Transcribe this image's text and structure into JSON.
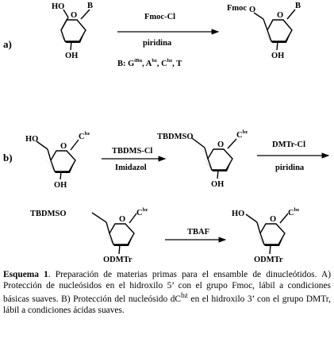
{
  "section_a": {
    "label": "a)",
    "reagent_top": "Fmoc-Cl",
    "reagent_bottom": "piridina",
    "sm": {
      "five_prime": "HO",
      "three_prime": "OH",
      "base": "B"
    },
    "product": {
      "five_prime": "Fmoc",
      "three_prime": "OH",
      "base": "B"
    },
    "ring_atom": "O",
    "bases_prefix": "B: G",
    "bases": [
      {
        "sym": "G",
        "sup": "iBu"
      },
      {
        "sym": "A",
        "sup": "bz"
      },
      {
        "sym": "C",
        "sup": "bz"
      },
      {
        "sym": "T",
        "sup": ""
      }
    ]
  },
  "section_b": {
    "label": "b)",
    "step1": {
      "reagent_top": "TBDMS-Cl",
      "reagent_bottom": "Imidazol"
    },
    "step2": {
      "reagent_top": "DMTr-Cl",
      "reagent_bottom": "piridina"
    },
    "step3": {
      "reagent_top": "TBAF"
    },
    "compound1": {
      "five_prime": "HO",
      "three_prime": "OH",
      "base": "C",
      "base_sup": "bz"
    },
    "compound2": {
      "five_prime": "TBDMSO",
      "three_prime": "OH",
      "base": "C",
      "base_sup": "bz"
    },
    "compound3": {
      "five_prime": "TBDMSO",
      "three_prime": "ODMTr",
      "base": "C",
      "base_sup": "bz"
    },
    "compound4": {
      "five_prime": "HO",
      "three_prime": "ODMTr",
      "base": "C",
      "base_sup": "bz"
    },
    "ring_atom": "O"
  },
  "caption": {
    "label": "Esquema 1",
    "text_1": ". Preparación de materias primas para el ensamble de dinucleótidos. A) Protección de nucleósidos en el hidroxilo 5’ con el grupo Fmoc, lábil a condiciones básicas suaves. B) Protección del nucleósido dC",
    "sup": "bz",
    "text_2": " en el hidroxilo 3’ con el grupo DMTr, lábil a condiciones ácidas suaves."
  }
}
